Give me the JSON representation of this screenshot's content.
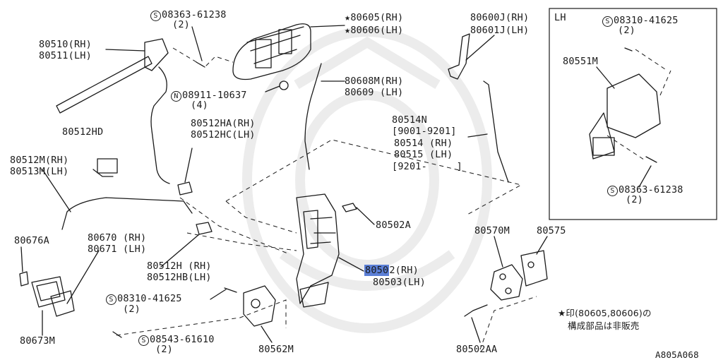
{
  "labels": {
    "p80605": "★80605(RH)",
    "p80606": "★80606(LH)",
    "p80600j": "80600J(RH)",
    "p80601j": "80601J(LH)",
    "lh_title": "LH",
    "bolt_08310_lh": "08310-41625",
    "bolt_08310_lh_qty": "(2)",
    "p80551m": "80551M",
    "bolt_08363_lh": "08363-61238",
    "bolt_08363_lh_qty": "(2)",
    "bolt_08363_top": "08363-61238",
    "bolt_08363_top_qty": "(2)",
    "p80510": "80510(RH)",
    "p80511": "80511(LH)",
    "nut_08911": "08911-10637",
    "nut_08911_qty": "(4)",
    "p80608m": "80608M(RH)",
    "p80609": "80609 (LH)",
    "p80512hd": "80512HD",
    "p80512ha": "80512HA(RH)",
    "p80512hc": "80512HC(LH)",
    "p80514n": "80514N",
    "p80514n_range": "[9001-9201]",
    "p80514": "80514 (RH)",
    "p80515": "80515 (LH)",
    "p80515_range": "[9201-     ]",
    "p80512m": "80512M(RH)",
    "p80513m": "80513M(LH)",
    "p80502a": "80502A",
    "p80570m": "80570M",
    "p80575": "80575",
    "p80676a": "80676A",
    "p80670": "80670 (RH)",
    "p80671": "80671 (LH)",
    "p80512h": "80512H (RH)",
    "p80512hb": "80512HB(LH)",
    "p80502_highlight": "8050",
    "p80502_suffix": "2(RH)",
    "p80503": "80503(LH)",
    "bolt_08310": "08310-41625",
    "bolt_08310_qty": "(2)",
    "screw_08543": "08543-61610",
    "screw_08543_qty": "(2)",
    "p80673m": "80673M",
    "p80562m": "80562M",
    "p80502aa": "80502AA",
    "note_line1": "★印(80605,80606)の",
    "note_line2": "構成部品は非販売",
    "diagram_id": "A805A068",
    "symbol_s": "S",
    "symbol_n": "N"
  },
  "colors": {
    "line": "#1a1a1a",
    "highlight": "#5b7fd6",
    "watermark": "#e9e9e9"
  }
}
